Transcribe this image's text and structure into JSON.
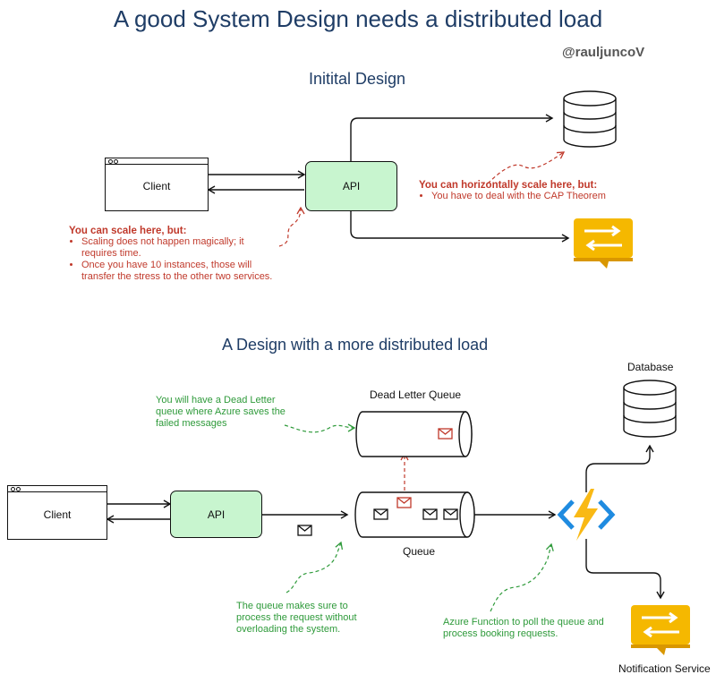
{
  "title": "A good System Design needs a distributed load",
  "handle": "@rauljuncoV",
  "initial": {
    "heading": "Initital Design",
    "client_label": "Client",
    "api_label": "API",
    "scale_note": {
      "title": "You can scale here, but:",
      "bullets": [
        "Scaling does not happen magically; it requires time.",
        "Once you have 10 instances, those will transfer the stress to the other two services."
      ]
    },
    "horizontal_note": {
      "title": "You can horizontally scale here, but:",
      "bullets": [
        "You have to deal with the CAP Theorem"
      ]
    }
  },
  "distributed": {
    "heading": "A Design with a more distributed load",
    "client_label": "Client",
    "api_label": "API",
    "queue_label": "Queue",
    "dlq_label": "Dead Letter Queue",
    "database_label": "Database",
    "notification_label": "Notification Service",
    "dlq_note": "You will have a Dead Letter queue where Azure saves the failed messages",
    "queue_note": "The queue makes sure to process the request without overloading the system.",
    "function_note": "Azure Function to poll the queue and process booking requests."
  },
  "colors": {
    "title": "#1f3d66",
    "api_fill": "#c8f5cf",
    "red_note": "#c0392b",
    "green_note": "#2e9a3a",
    "service_bus_orange": "#f5b800",
    "azure_function_blue": "#1f8be0",
    "azure_function_bolt": "#f9b915"
  },
  "icons": [
    "database-icon",
    "service-bus-icon",
    "envelope-icon",
    "azure-function-icon"
  ]
}
